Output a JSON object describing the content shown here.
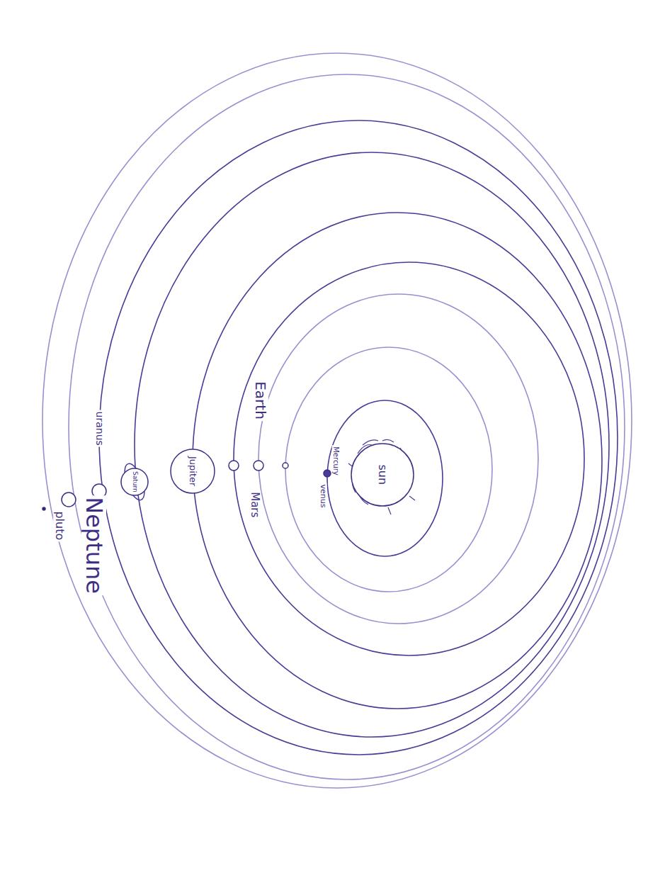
{
  "diagram": {
    "nodes": [
      {
        "text": [
          "sun"
        ]
      },
      {
        "text": [
          "Mercury"
        ]
      },
      {
        "text": [
          "venus"
        ]
      },
      {
        "text": [
          "Earth"
        ]
      },
      {
        "text": [
          "Mars"
        ]
      },
      {
        "text": [
          "Jupiter"
        ]
      },
      {
        "text": [
          "Saturn"
        ]
      },
      {
        "text": [
          "uranus"
        ]
      },
      {
        "text": [
          "Neptune"
        ]
      },
      {
        "text": [
          "pluto"
        ]
      }
    ]
  }
}
